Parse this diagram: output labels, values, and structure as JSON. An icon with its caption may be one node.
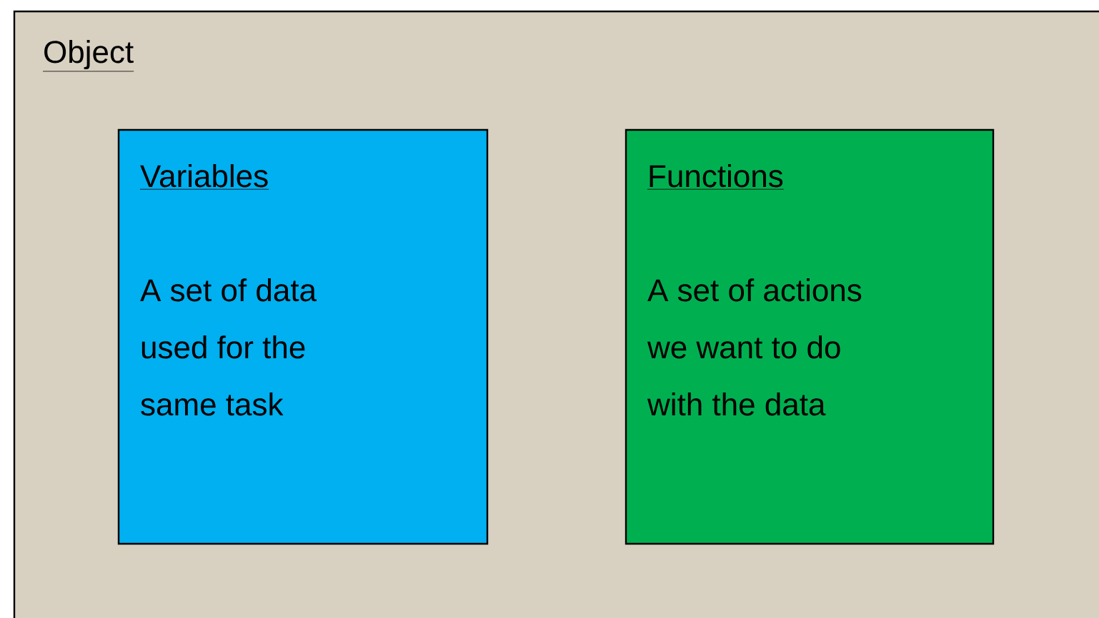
{
  "diagram": {
    "nodes": [
      {
        "text": [
          "Object"
        ]
      },
      {
        "text": [
          "Variables",
          "A set of data used for the same task"
        ],
        "in": 0
      },
      {
        "text": [
          "Functions",
          "A set of actions we want to do with the data"
        ],
        "in": 0
      }
    ]
  }
}
